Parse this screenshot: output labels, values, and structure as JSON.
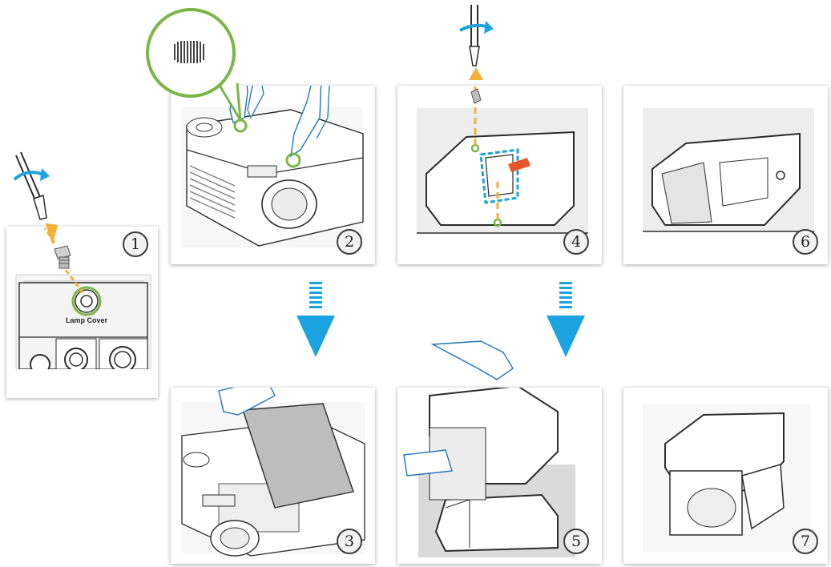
{
  "steps": [
    {
      "number": "1",
      "lamp_cover_label": "Lamp Cover"
    },
    {
      "number": "2"
    },
    {
      "number": "3"
    },
    {
      "number": "4"
    },
    {
      "number": "5"
    },
    {
      "number": "6"
    },
    {
      "number": "7"
    }
  ],
  "colors": {
    "highlight_green": "#7ab648",
    "arrow_blue": "#1aa3e0",
    "dash_orange": "#f2b23a",
    "line": "#2b2b2b"
  },
  "icons": [
    "screwdriver-icon",
    "rotate-arrow-icon",
    "magnifier-callout-icon",
    "down-arrow-icon"
  ]
}
